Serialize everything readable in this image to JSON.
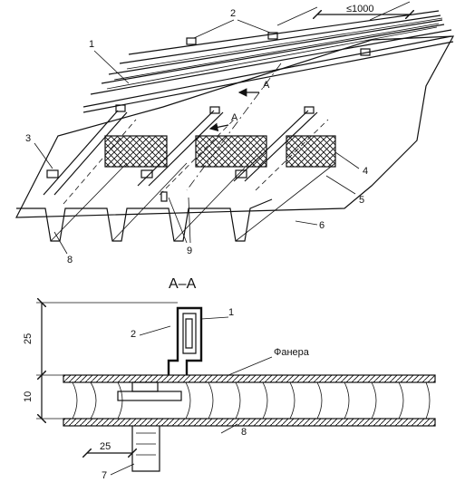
{
  "top_view": {
    "spacing_label": "≤1000",
    "section_arrow_label": "A",
    "callouts": [
      "1",
      "2",
      "3",
      "4",
      "5",
      "6",
      "8",
      "9"
    ]
  },
  "section": {
    "title": "А–А",
    "dim_25_v": "25",
    "dim_10_v": "10",
    "dim_25_h": "25",
    "plywood_label": "Фанера",
    "callouts": [
      "1",
      "2",
      "7",
      "8"
    ]
  }
}
